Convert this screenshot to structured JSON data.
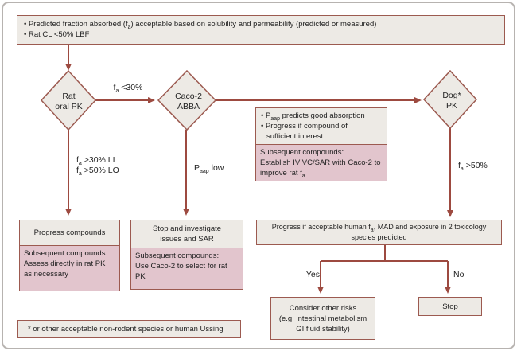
{
  "palette": {
    "arrow": "#9d4a40",
    "box_border": "#9c5a50",
    "box_fill_light": "#edeae5",
    "box_fill_pink": "#e2c5cd",
    "outer_border": "#b7b3b0",
    "text": "#222222"
  },
  "entry_box": {
    "line1": {
      "pre": "• Predicted fraction absorbed (f",
      "sub": "a",
      "post": ") acceptable based on solubility and permeability (predicted or measured)"
    },
    "line2": "• Rat CL <50% LBF"
  },
  "diamonds": {
    "rat": {
      "line1": "Rat",
      "line2": "oral PK"
    },
    "caco2": {
      "line1": "Caco-2",
      "line2": "ABBA"
    },
    "dog": {
      "line1": "Dog*",
      "line2": "PK"
    }
  },
  "edge_labels": {
    "fa_lt30": {
      "pre": "f",
      "sub": "a",
      "post": " <30%"
    },
    "fa_li": {
      "pre": "f",
      "sub": "a",
      "post": " >30% LI"
    },
    "fa_lo": {
      "pre": "f",
      "sub": "a",
      "post": " >50% LO"
    },
    "paap_low": {
      "pre": "P",
      "sub": "aap",
      "post": " low"
    },
    "fa_gt50": {
      "pre": "f",
      "sub": "a",
      "post": " >50%"
    },
    "yes": "Yes",
    "no": "No"
  },
  "note_box": {
    "bullet1": {
      "pre": "• P",
      "sub": "aap",
      "post": " predicts good absorption"
    },
    "bullet2": "• Progress if compound of\nsufficient interest",
    "subsequent": {
      "pre": "Subsequent compounds:\nEstablish IVIVC/SAR with Caco-2 to improve rat f",
      "sub": "a",
      "post": ""
    }
  },
  "progress_box": {
    "title": "Progress compounds",
    "subsequent": "Subsequent compounds:\nAssess directly in rat PK as necessary"
  },
  "stop_investigate_box": {
    "title": "Stop and investigate\nissues and SAR",
    "subsequent": "Subsequent compounds:\nUse Caco-2 to select for rat PK"
  },
  "wide_box": {
    "pre": "Progress if acceptable human f",
    "sub": "a",
    "post": ", MAD and exposure in 2 toxicology\nspecies predicted"
  },
  "consider_box": {
    "text": "Consider other risks\n(e.g. intestinal metabolism\nGI fluid stability)"
  },
  "stop_box": {
    "text": "Stop"
  },
  "footnote": {
    "text": "* or other acceptable non-rodent species or human Ussing"
  }
}
